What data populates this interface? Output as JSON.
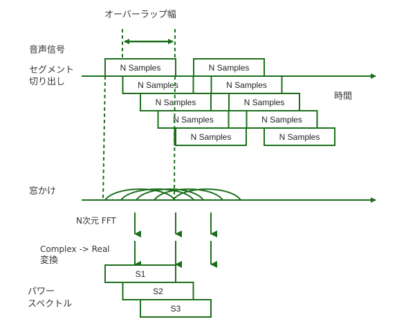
{
  "colors": {
    "line": "#1a6e1a",
    "text": "#333333",
    "box_fill": "#ffffff"
  },
  "labels": {
    "overlap_width": "オーバーラップ幅",
    "audio_signal": "音声信号",
    "segment_line1": "セグメント",
    "segment_line2": "切り出し",
    "time": "時間",
    "windowing": "窓かけ",
    "fft": "N次元 FFT",
    "complex_real_line1": "Complex -> Real",
    "complex_real_line2": "変換",
    "power_line1": "パワー",
    "power_line2": "スペクトル"
  },
  "segments": {
    "box_label": "N Samples",
    "columns": 2,
    "rows": 5
  },
  "windows": {
    "count": 5
  },
  "fft_arrows": {
    "count": 3
  },
  "spectra": [
    "S1",
    "S2",
    "S3"
  ]
}
